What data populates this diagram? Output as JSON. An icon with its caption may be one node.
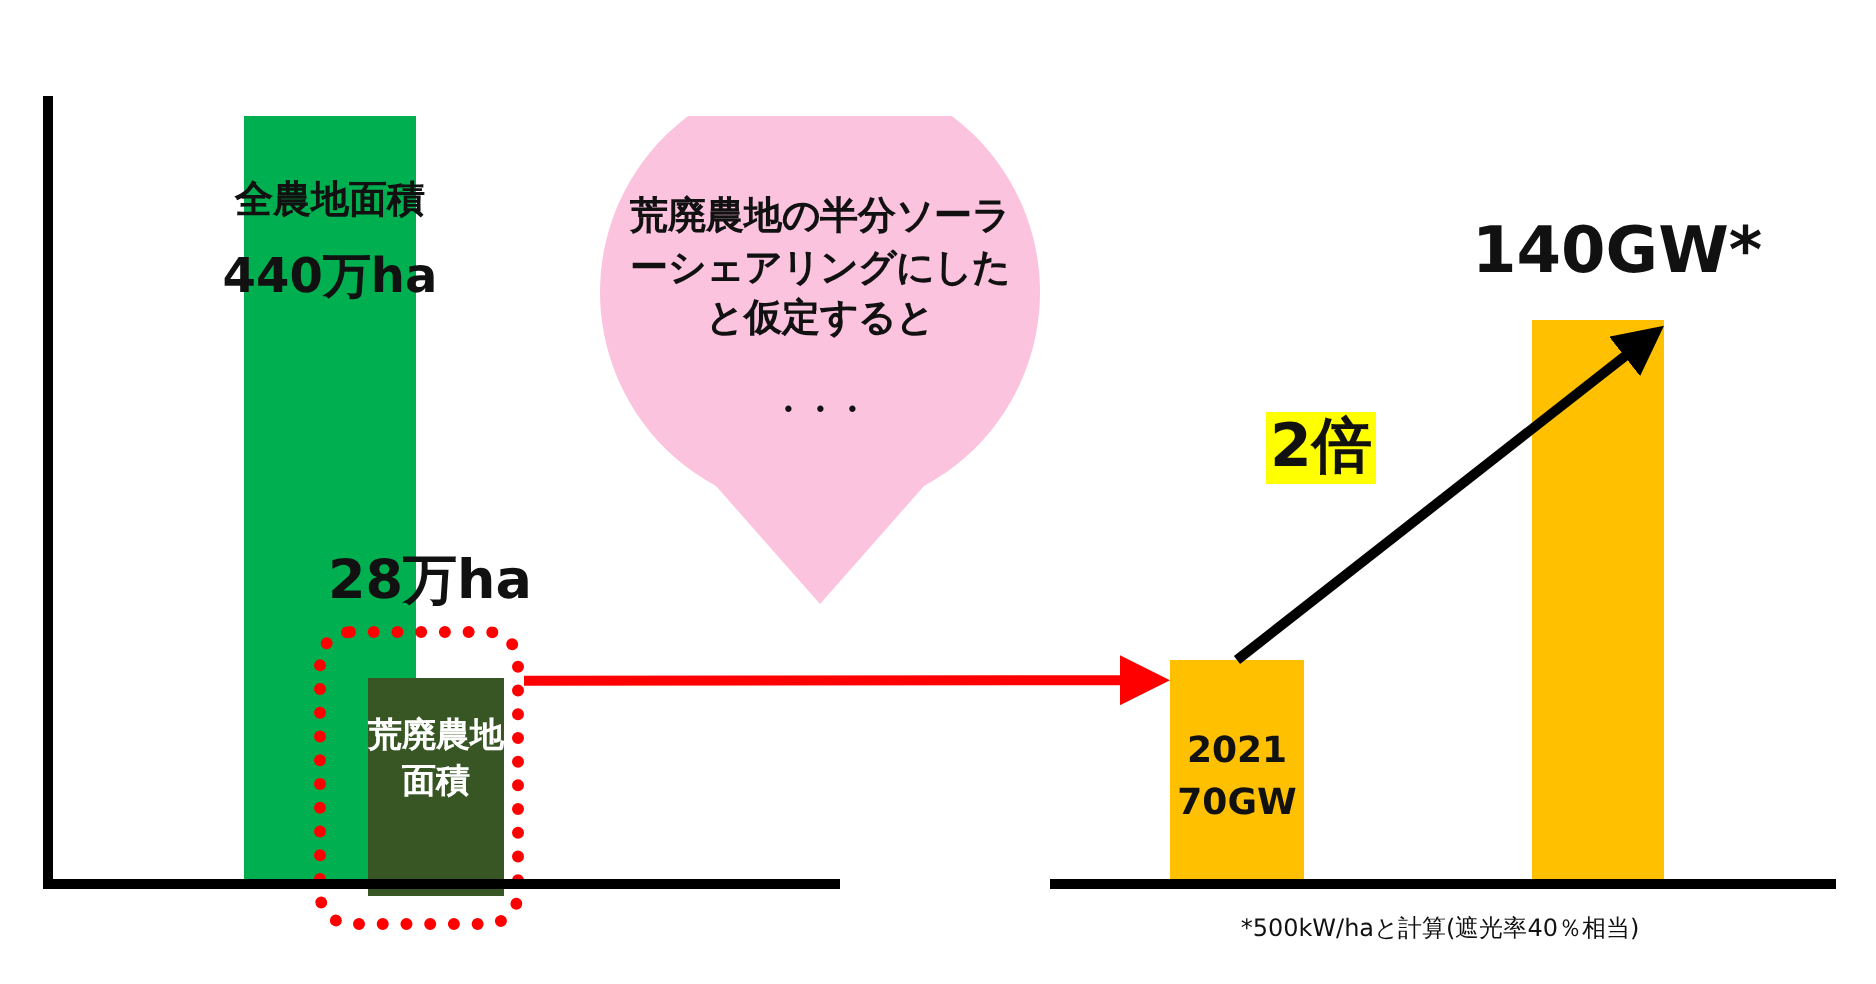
{
  "diagram": {
    "nodes": [
      {
        "text": [
          "全農地面積",
          "440万ha"
        ]
      },
      {
        "text": [],
        "shape": "box"
      },
      {
        "text": [
          "荒廃農地面積"
        ],
        "in": 1
      },
      {
        "text": [
          "荒廃農地の半分ソーラーシェアリングにしたと仮定すると",
          "・・・"
        ]
      },
      {
        "text": [
          "2021",
          "70GW"
        ]
      },
      {
        "text": [
          "140GW*"
        ]
      }
    ],
    "edges": [
      {
        "from": 1,
        "to": 4,
        "arrow": "to",
        "color": "#ff0000"
      },
      {
        "from": 4,
        "to": 5,
        "arrow": "to",
        "label": "2倍",
        "color": "#000000"
      }
    ],
    "labels": [
      "28万ha",
      "*500kW/haと計算(遮光率40％相当)"
    ]
  }
}
